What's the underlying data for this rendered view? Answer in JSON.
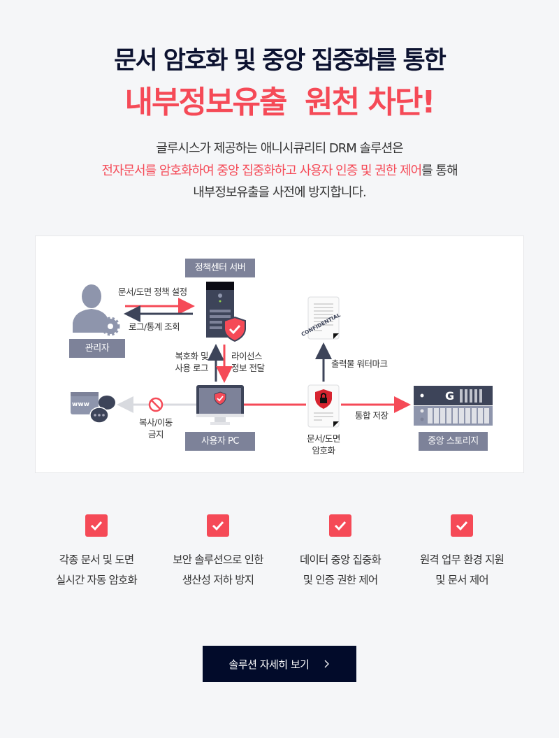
{
  "header": {
    "title_line1": "문서 암호화 및 중앙 집중화를 통한",
    "title_line2": "내부정보유출  원천 차단!",
    "desc_line1": "글루시스가 제공하는 애니시큐리티 DRM 솔루션은",
    "desc_line2": "전자문서를 암호화하여 중앙 집중화하고 사용자 인증 및 권한 제어",
    "desc_line2_suffix": "를 통해",
    "desc_line3": "내부정보유출을 사전에 방지합니다."
  },
  "diagram": {
    "policy_server": "정책센터 서버",
    "admin": "관리자",
    "policy_setting": "문서/도면 정책 설정",
    "log_view": "로그/통계 조회",
    "decrypt_log_1": "복호화 및",
    "decrypt_log_2": "사용 로그",
    "license_1": "라이선스",
    "license_2": "정보 전달",
    "user_pc": "사용자 PC",
    "copy_block_1": "복사/이동",
    "copy_block_2": "금지",
    "doc_encrypt_1": "문서/도면",
    "doc_encrypt_2": "암호화",
    "integrated_storage": "통합 저장",
    "central_storage": "중앙 스토리지",
    "watermark": "출력물 워터마크",
    "confidential": "CONFIDENTIAL"
  },
  "features": [
    {
      "line1": "각종 문서 및 도면",
      "line2": "실시간 자동 암호화"
    },
    {
      "line1": "보안 솔루션으로 인한",
      "line2": "생산성 저하 방지"
    },
    {
      "line1": "데이터 중앙 집중화",
      "line2": "및 인증 권한 제어"
    },
    {
      "line1": "원격 업무 환경 지원",
      "line2": "및 문서 제어"
    }
  ],
  "cta": {
    "label": "솔루션 자세히 보기",
    "icon": "chevron-right-icon"
  },
  "colors": {
    "navy": "#0c1230",
    "red": "#f54a57",
    "label": "#7d8299",
    "dark": "#3d4459"
  }
}
